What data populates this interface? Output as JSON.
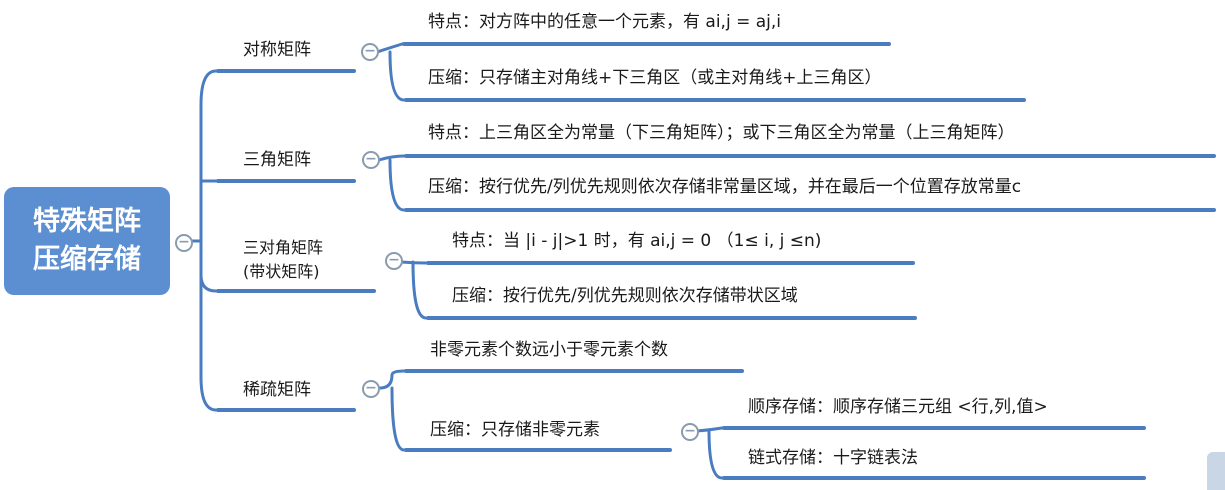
{
  "root": {
    "label": "特殊矩阵\n压缩存储"
  },
  "branches": [
    {
      "label": "对称矩阵",
      "children": [
        {
          "label": "特点：对方阵中的任意一个元素，有 ai,j = aj,i"
        },
        {
          "label": "压缩：只存储主对角线+下三角区（或主对角线+上三角区）"
        }
      ]
    },
    {
      "label": "三角矩阵",
      "children": [
        {
          "label": "特点：上三角区全为常量（下三角矩阵）；或下三角区全为常量（上三角矩阵）"
        },
        {
          "label": "压缩：按行优先/列优先规则依次存储非常量区域，并在最后一个位置存放常量c"
        }
      ]
    },
    {
      "label": "三对角矩阵\n(带状矩阵)",
      "children": [
        {
          "label": "特点：当 |i - j|>1 时，有 ai,j = 0 （1≤ i, j ≤n)"
        },
        {
          "label": "压缩：按行优先/列优先规则依次存储带状区域"
        }
      ]
    },
    {
      "label": "稀疏矩阵",
      "children": [
        {
          "label": "非零元素个数远小于零元素个数"
        },
        {
          "label": "压缩：只存储非零元素",
          "children": [
            {
              "label": "顺序存储：顺序存储三元组 <行,列,值>"
            },
            {
              "label": "链式存储：十字链表法"
            }
          ]
        }
      ]
    }
  ],
  "colors": {
    "root_fill": "#5b8fd1",
    "link": "#4a7cc0",
    "toggle": "#8a9bb0"
  },
  "icons": {
    "toggle": "collapse-icon"
  },
  "toggle_symbol": "−"
}
